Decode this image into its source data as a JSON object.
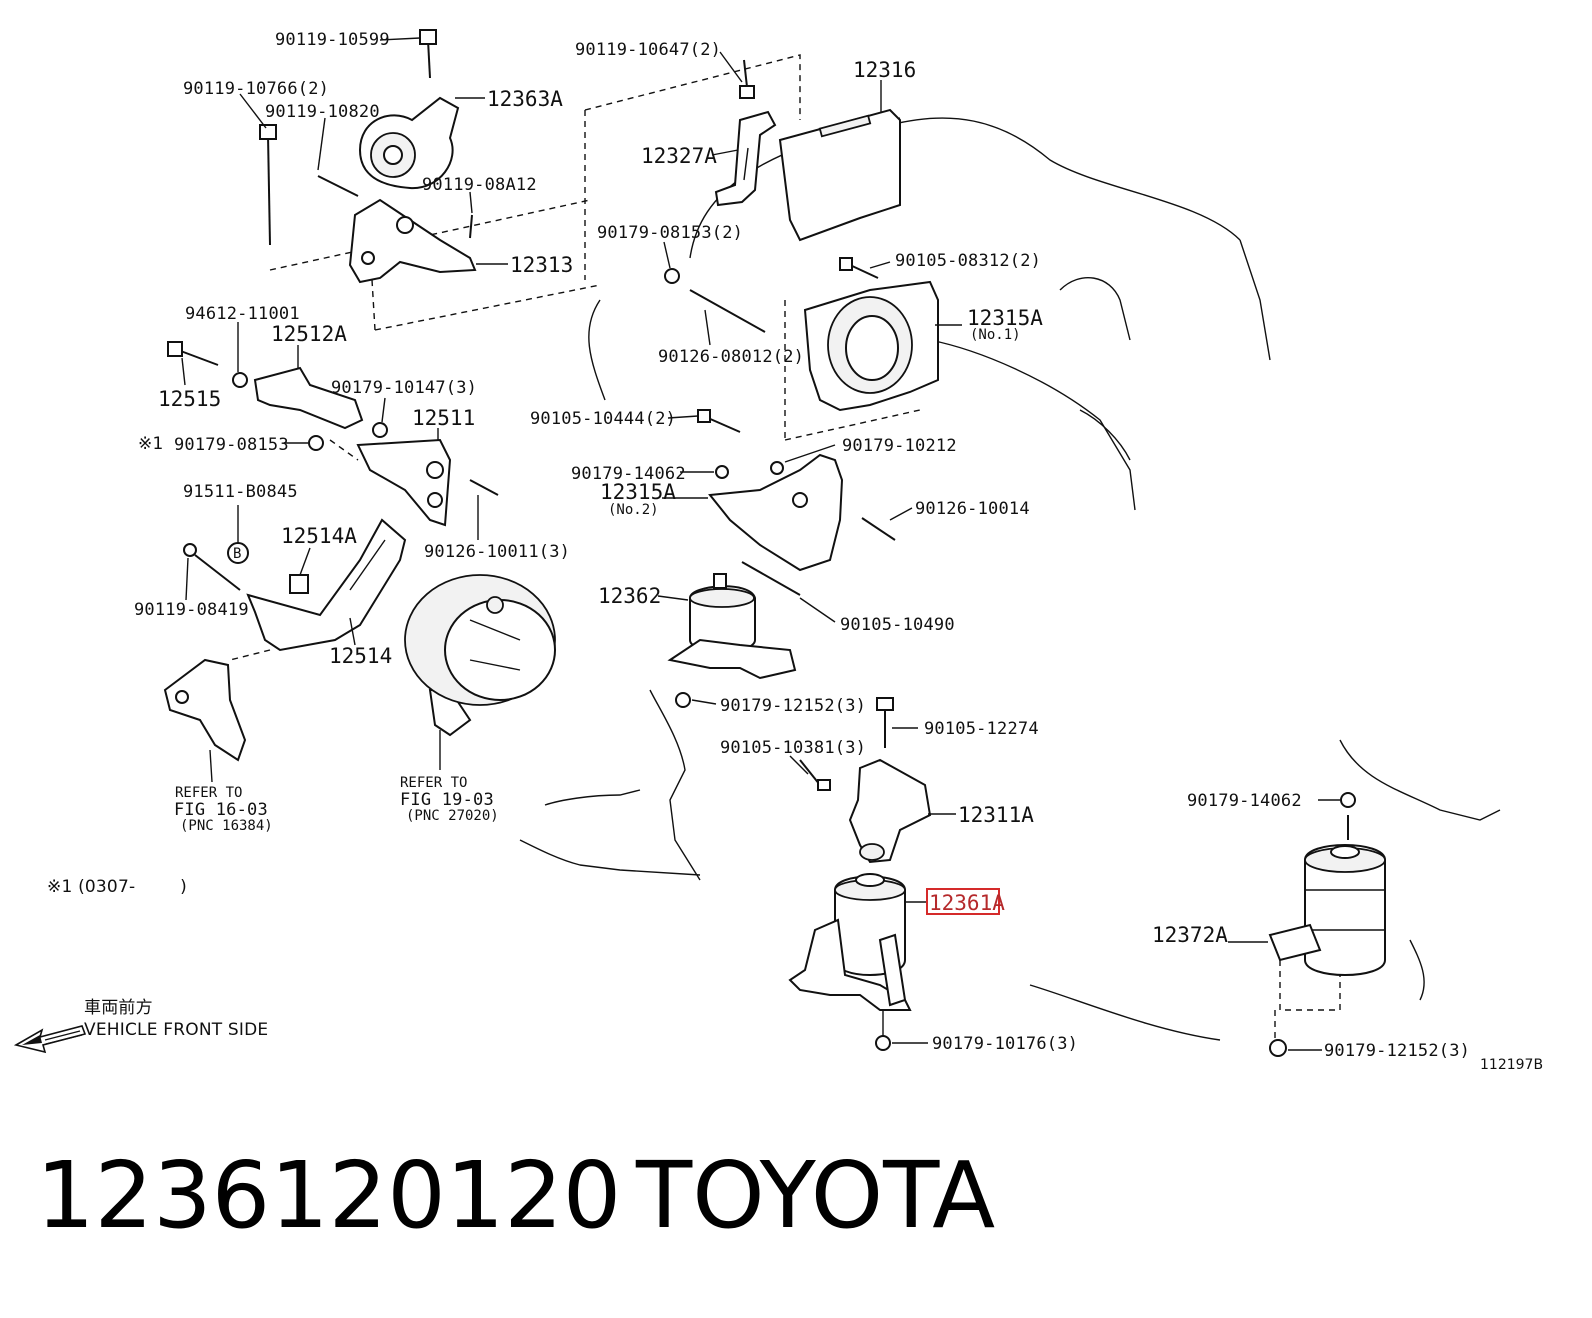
{
  "callouts": {
    "c01": "90119-10599",
    "c02": "90119-10766(2)",
    "c03": "12363A",
    "c04": "90119-10820",
    "c05": "90119-08A12",
    "c06": "12313",
    "c07": "90119-10647(2)",
    "c08": "12316",
    "c09": "12327A",
    "c10": "90179-08153(2)",
    "c11": "90105-08312(2)",
    "c12": "12315A",
    "c13": "(No.1)",
    "c14": "90126-08012(2)",
    "c15": "94612-11001",
    "c16": "12512A",
    "c17": "12515",
    "c18": "90179-10147(3)",
    "c19": "12511",
    "c20": "※1",
    "c21": "90179-08153",
    "c22": "91511-B0845",
    "c23": "12514A",
    "c24": "B",
    "c25": "90119-08419",
    "c26": "12514",
    "c27": "90126-10011(3)",
    "c28": "90105-10444(2)",
    "c29": "90179-10212",
    "c30": "90179-14062",
    "c31": "12315A",
    "c32": "(No.2)",
    "c33": "90126-10014",
    "c34": "12362",
    "c35": "90105-10490",
    "c36": "90179-12152(3)",
    "c37": "90105-12274",
    "c38": "90105-10381(3)",
    "c39": "12311A",
    "c40": "12361A",
    "c41": "90179-10176(3)",
    "c42": "90179-14062",
    "c43": "12372A",
    "c44": "90179-12152(3)",
    "c45": "112197B"
  },
  "refs": {
    "r1_line1": "REFER TO",
    "r1_line2": "FIG 16-03",
    "r1_line3": "(PNC 16384)",
    "r2_line1": "REFER TO",
    "r2_line2": "FIG 19-03",
    "r2_line3": "(PNC 27020)"
  },
  "notes": {
    "footnote": "※1 (0307-        )",
    "front_jp": "車両前方",
    "front_en": "VEHICLE FRONT SIDE"
  },
  "highlight": {
    "part": "12361A",
    "color": "#d52a2a"
  },
  "footer": {
    "part_number": "1236120120",
    "brand": "TOYOTA"
  }
}
